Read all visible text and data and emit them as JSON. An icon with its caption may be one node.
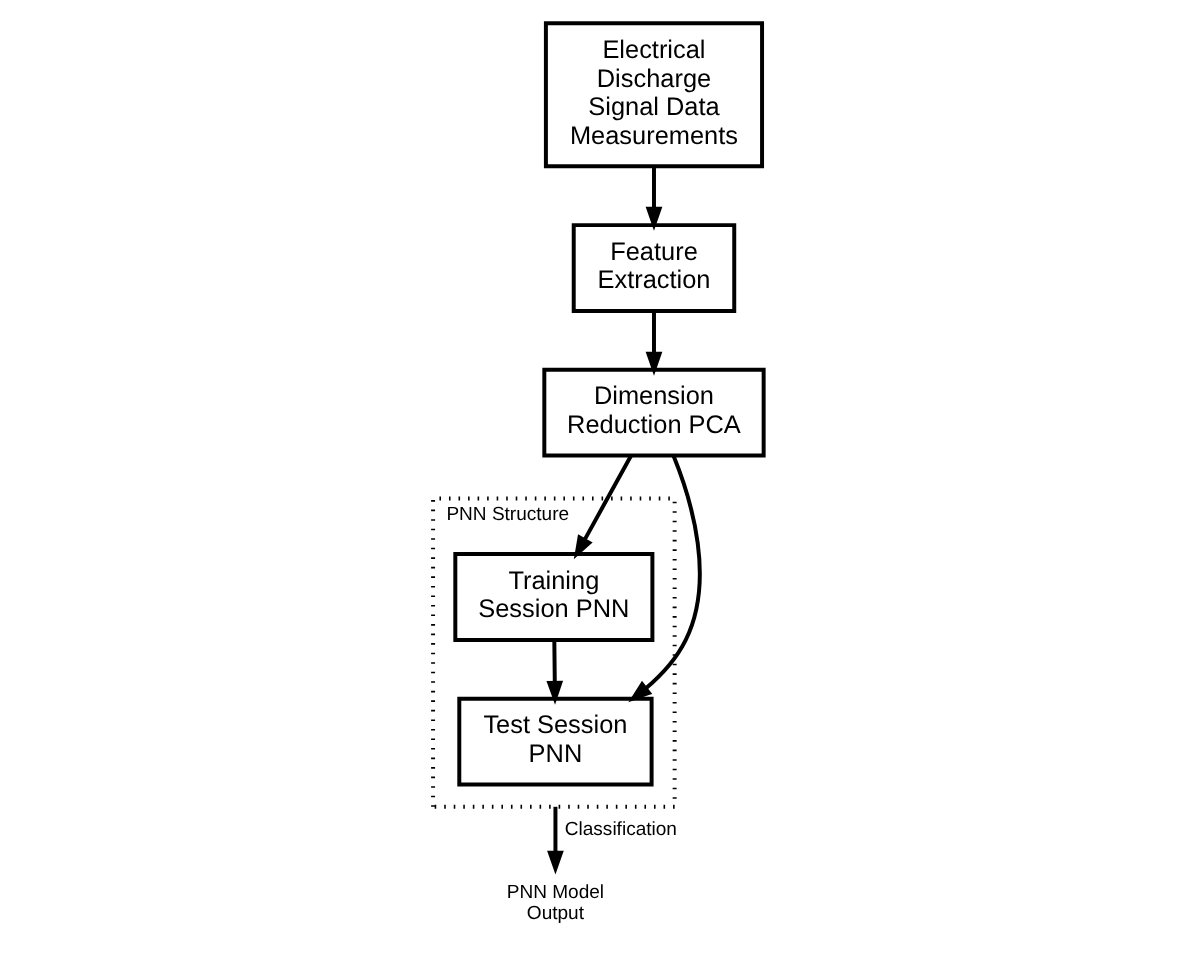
{
  "diagram": {
    "nodes": [
      {
        "text": [
          "Electrical Discharge Signal Data Measurements"
        ]
      },
      {
        "text": [
          "Feature Extraction"
        ]
      },
      {
        "text": [
          "Dimension Reduction PCA"
        ]
      },
      {
        "text": [
          "PNN Structure"
        ]
      },
      {
        "text": [
          "Training Session PNN"
        ],
        "in": 3
      },
      {
        "text": [
          "Test Session PNN"
        ],
        "in": 3
      },
      {
        "text": [
          "PNN Model Output"
        ]
      }
    ],
    "edges": [
      {
        "from": 0,
        "to": 1,
        "arrow": "to"
      },
      {
        "from": 1,
        "to": 2,
        "arrow": "to"
      },
      {
        "from": 2,
        "to": 4,
        "arrow": "to"
      },
      {
        "from": 2,
        "to": 5,
        "arrow": "to"
      },
      {
        "from": 4,
        "to": 5,
        "arrow": "to"
      },
      {
        "from": 3,
        "to": 6,
        "arrow": "to",
        "label": "Classification"
      }
    ]
  }
}
